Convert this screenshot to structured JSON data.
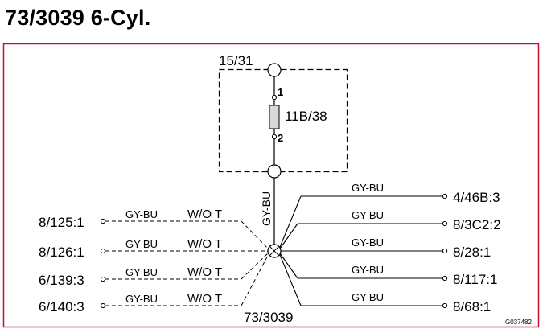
{
  "title": "73/3039 6-Cyl.",
  "colors": {
    "frame": "#c8102e",
    "line": "#000000"
  },
  "diagram": {
    "top_node": "15/31",
    "fuse": {
      "label": "11B/38",
      "pin_top": "1",
      "pin_bottom": "2"
    },
    "vertical_wire": "GY-BU",
    "center_node": "73/3039",
    "left_connections": [
      {
        "terminal": "8/125:1",
        "wire": "GY-BU",
        "condition": "W/O T"
      },
      {
        "terminal": "8/126:1",
        "wire": "GY-BU",
        "condition": "W/O T"
      },
      {
        "terminal": "6/139:3",
        "wire": "GY-BU",
        "condition": "W/O T"
      },
      {
        "terminal": "6/140:3",
        "wire": "GY-BU",
        "condition": "W/O T"
      }
    ],
    "right_connections": [
      {
        "terminal": "4/46B:3",
        "wire": "GY-BU"
      },
      {
        "terminal": "8/3C2:2",
        "wire": "GY-BU"
      },
      {
        "terminal": "8/28:1",
        "wire": "GY-BU"
      },
      {
        "terminal": "8/117:1",
        "wire": "GY-BU"
      },
      {
        "terminal": "8/68:1",
        "wire": "GY-BU"
      }
    ],
    "figure_id": "G037482"
  }
}
